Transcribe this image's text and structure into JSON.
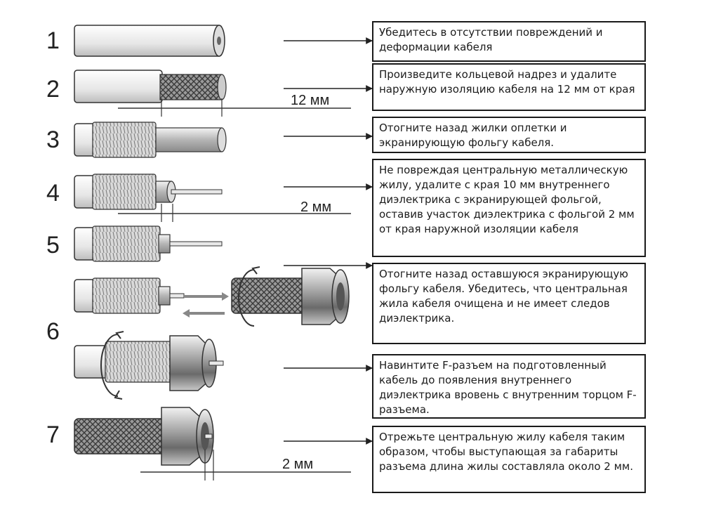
{
  "steps": [
    {
      "num": "1",
      "text": "Убедитесь в отсутствии повреждений и деформации кабеля"
    },
    {
      "num": "2",
      "text": "Произведите кольцевой надрез и удалите наружную изоляцию кабеля на 12 мм от края"
    },
    {
      "num": "3",
      "text": "Отогните назад жилки оплетки и экранирующую фольгу кабеля."
    },
    {
      "num": "4",
      "text": "Не повреждая центральную металлическую жилу, удалите с края 10 мм внутреннего диэлектрика с экранирующей фольгой, оставив участок диэлектрика с фольгой 2 мм от края наружной изоляции кабеля"
    },
    {
      "num": "5",
      "text": "Отогните назад оставшуюся экранирующую фольгу кабеля. Убедитесь, что центральная жила кабеля очищена и не имеет следов диэлектрика."
    },
    {
      "num": "6",
      "text": "Навинтите F-разъем на подготовленный кабель до появления внутреннего диэлектрика вровень с внутренним торцом F-разъема."
    },
    {
      "num": "7",
      "text": "Отрежьте центральную жилу кабеля таким образом, чтобы выступающая за габариты разъема длина жилы составляла около 2 мм."
    }
  ],
  "dimensions": {
    "strip_12": "12 мм",
    "dielectric_2": "2 мм",
    "core_2": "2 мм"
  }
}
